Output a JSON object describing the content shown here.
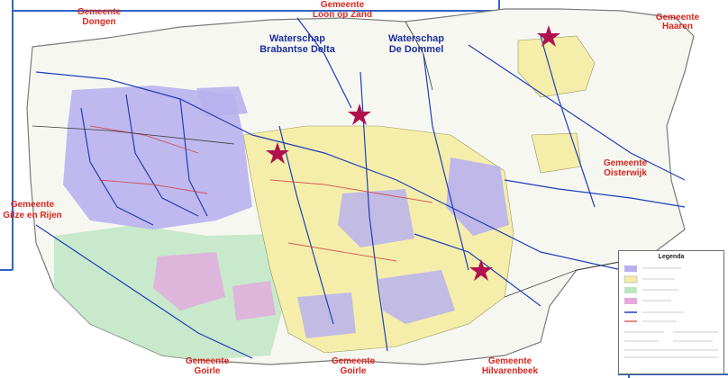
{
  "map": {
    "municipalities": {
      "dongen": [
        "Gemeente",
        "Dongen"
      ],
      "loon_op_zand": [
        "Gemeente",
        "Loon op Zand"
      ],
      "haaren": [
        "Gemeente",
        "Haaren"
      ],
      "oisterwijk": [
        "Gemeente",
        "Oisterwijk"
      ],
      "gilze_en_rijen": [
        "Gemeente",
        "Gilze en Rijen"
      ],
      "goirle_left": [
        "Gemeente",
        "Goirle"
      ],
      "goirle_center": [
        "Gemeente",
        "Goirle"
      ],
      "hilvarenbeek": [
        "Gemeente",
        "Hilvarenbeek"
      ]
    },
    "waterboards": {
      "brabantse_delta": [
        "Waterschap",
        "Brabantse Delta"
      ],
      "de_dommel": [
        "Waterschap",
        "De Dommel"
      ]
    },
    "legend": {
      "title": "Legenda"
    },
    "colors": {
      "frame_blue": "#2f63c9",
      "urban_yellow": "#f4eeaa",
      "sewer_district_purple": "#b9b1ee",
      "green_area": "#bfe6c4",
      "star_marker": "#b0124e",
      "label_red": "#d8261e",
      "label_blue": "#1b2f9e"
    }
  }
}
